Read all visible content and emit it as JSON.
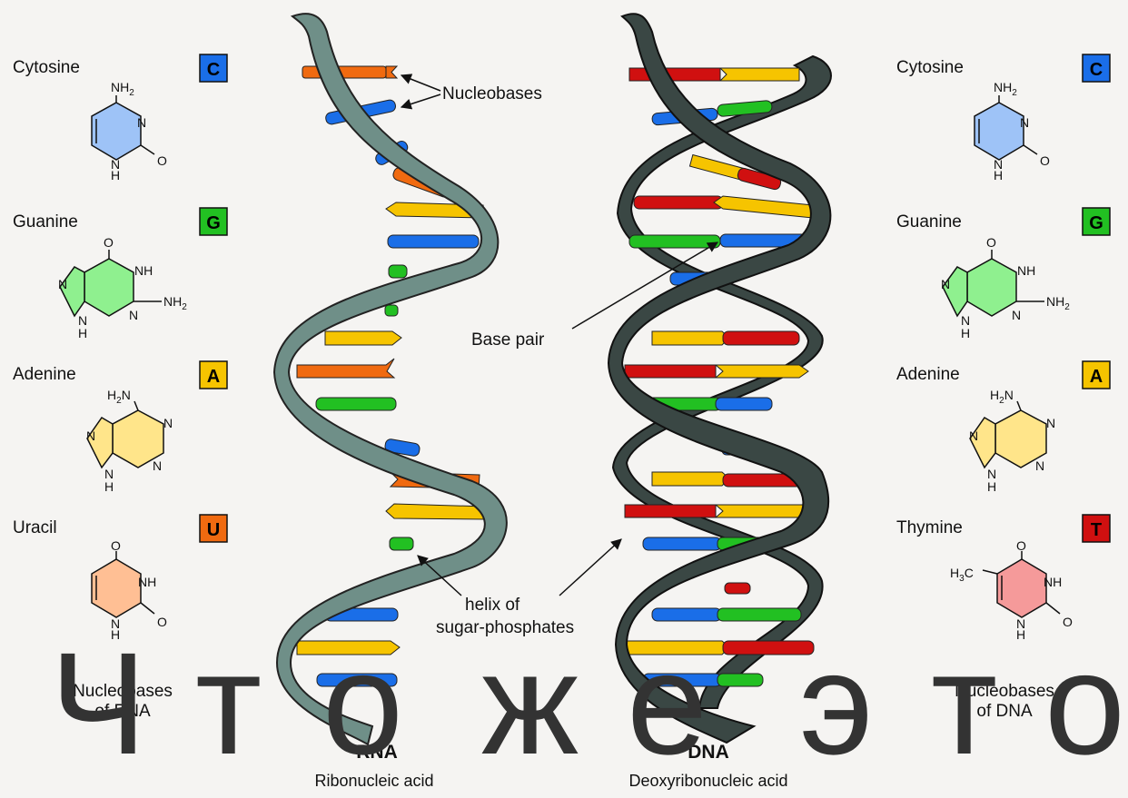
{
  "rna_panel": {
    "bases": [
      {
        "name": "Cytosine",
        "letter": "C",
        "color": "#1a6ee8",
        "fill": "#9ec3f7"
      },
      {
        "name": "Guanine",
        "letter": "G",
        "color": "#22c022",
        "fill": "#8ff08f"
      },
      {
        "name": "Adenine",
        "letter": "A",
        "color": "#f6c400",
        "fill": "#ffe58a"
      },
      {
        "name": "Uracil",
        "letter": "U",
        "color": "#f06a10",
        "fill": "#ffbf94"
      }
    ],
    "footer_line1": "Nucleobases",
    "footer_line2": "of RNA"
  },
  "dna_panel": {
    "bases": [
      {
        "name": "Cytosine",
        "letter": "C",
        "color": "#1a6ee8",
        "fill": "#9ec3f7"
      },
      {
        "name": "Guanine",
        "letter": "G",
        "color": "#22c022",
        "fill": "#8ff08f"
      },
      {
        "name": "Adenine",
        "letter": "A",
        "color": "#f6c400",
        "fill": "#ffe58a"
      },
      {
        "name": "Thymine",
        "letter": "T",
        "color": "#d01010",
        "fill": "#f59a9a"
      }
    ],
    "footer_line1": "Nucleobases",
    "footer_line2": "of DNA"
  },
  "chem_labels": {
    "nh2": "NH",
    "sub2": "2",
    "h2n_pre": "H",
    "h2n_post": "N",
    "n": "N",
    "h": "H",
    "nh": "NH",
    "o": "O",
    "h3c_pre": "H",
    "h3c_post": "C",
    "sub3": "3"
  },
  "callouts": {
    "nucleobases": "Nucleobases",
    "base_pair": "Base pair",
    "helix_line1": "helix of",
    "helix_line2": "sugar-phosphates"
  },
  "rna": {
    "acronym": "RNA",
    "full_name": "Ribonucleic acid",
    "strand_color": "#6f8f88"
  },
  "dna": {
    "acronym": "DNA",
    "full_name": "Deoxyribonucleic acid",
    "strand_color": "#3a4744"
  },
  "overlay_text": [
    "Ч",
    "т",
    "о",
    "ж",
    "е",
    "э",
    "т",
    "о"
  ]
}
